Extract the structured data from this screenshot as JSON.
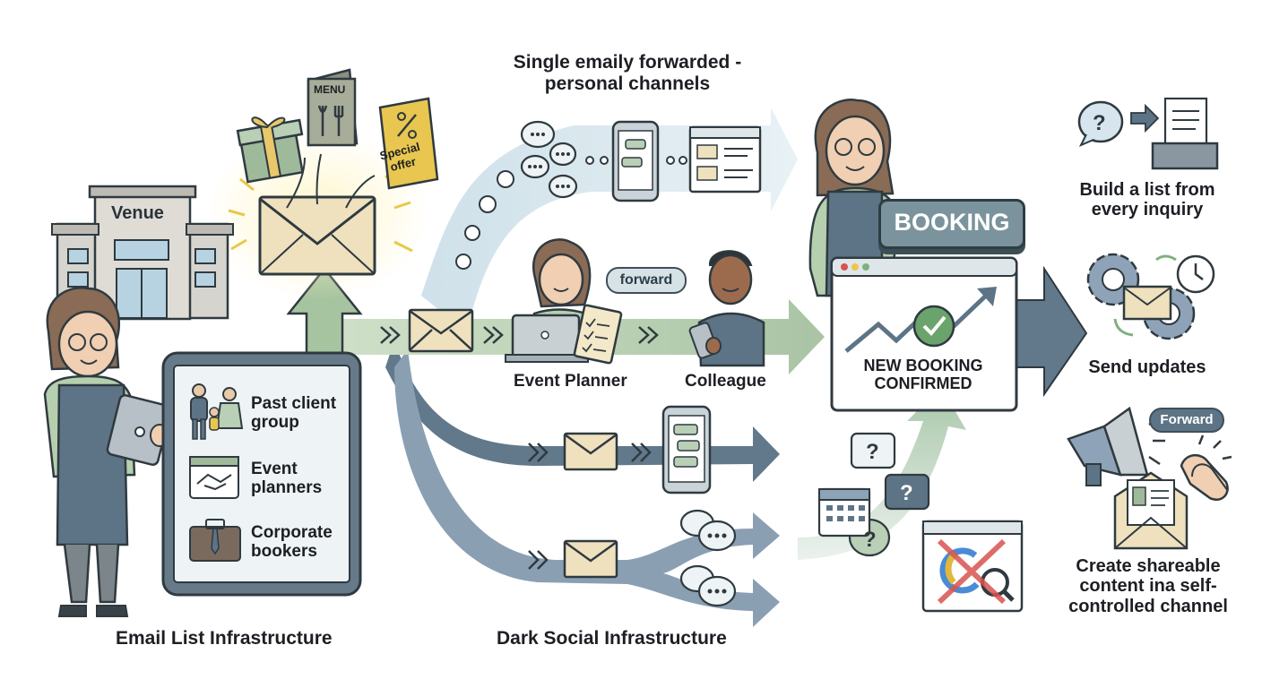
{
  "labels": {
    "top_title": "Single emaily forwarded -\npersonal channels",
    "venue": "Venue",
    "menu": "MENU",
    "special_offer": "Special\noffer",
    "tablet_items": [
      {
        "label": "Past client\ngroup",
        "icon": "family-icon"
      },
      {
        "label": "Event\nplanners",
        "icon": "handshake-calendar-icon"
      },
      {
        "label": "Corporate\nbookers",
        "icon": "briefcase-icon"
      }
    ],
    "event_planner": "Event Planner",
    "colleague": "Colleague",
    "forward_pill": "forward",
    "booking_button": "BOOKING",
    "booking_confirmed": "NEW BOOKING\nCONFIRMED",
    "build_list": "Build a list from\nevery inquiry",
    "send_updates": "Send updates",
    "forward_badge": "Forward",
    "create_content": "Create shareable\ncontent ina self-\ncontrolled channel",
    "email_list_infra": "Email List Infrastructure",
    "dark_social_infra": "Dark Social Infrastructure"
  },
  "colors": {
    "dark_slate": "#5d7486",
    "mid_slate": "#8fa3b8",
    "sage_green": "#b9cfb6",
    "light_blue": "#d7e6ee",
    "envelope": "#efe1be",
    "outline": "#2f3a40",
    "accent_red": "#d9534f",
    "check_green": "#4c8b5a"
  }
}
